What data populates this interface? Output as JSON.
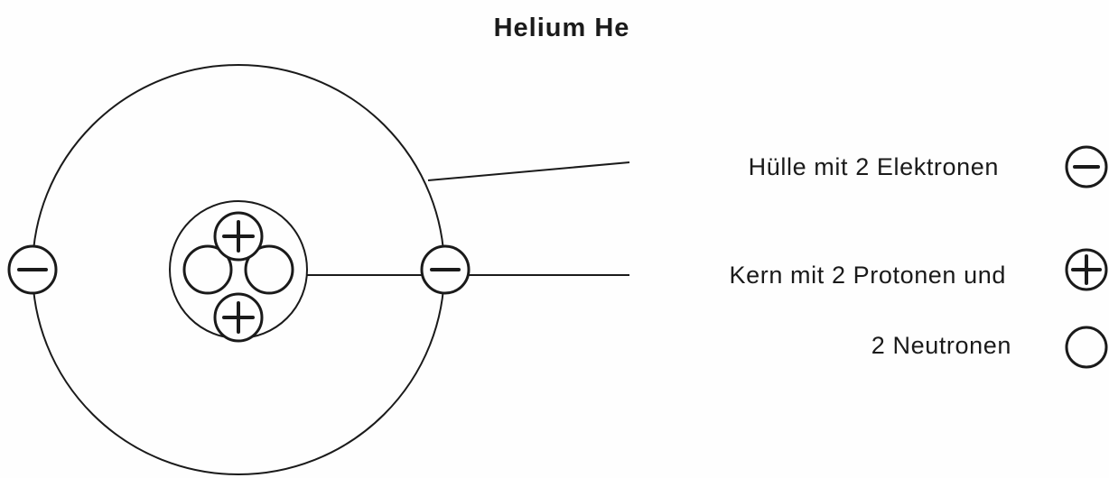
{
  "title": "Helium He",
  "labels": {
    "shell": "Hülle mit 2 Elektronen",
    "nucleus": "Kern mit 2 Protonen und",
    "neutrons": "2 Neutronen"
  },
  "legend": {
    "electron": "minus-icon",
    "proton": "plus-icon",
    "neutron": "circle-icon"
  },
  "colors": {
    "ink": "#1a1a1a",
    "paper": "#fefefe"
  }
}
